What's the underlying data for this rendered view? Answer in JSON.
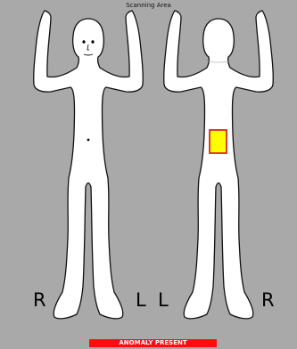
{
  "header": {
    "title": "Scanning Area"
  },
  "front_figure": {
    "left_side_label": "R",
    "right_side_label": "L"
  },
  "back_figure": {
    "left_side_label": "L",
    "right_side_label": "R"
  },
  "anomaly_marker": {
    "fill_color": "#ffff00",
    "border_color": "#e0241b"
  },
  "status": {
    "text": "ANOMALY PRESENT",
    "color": "#ff0c0c"
  }
}
